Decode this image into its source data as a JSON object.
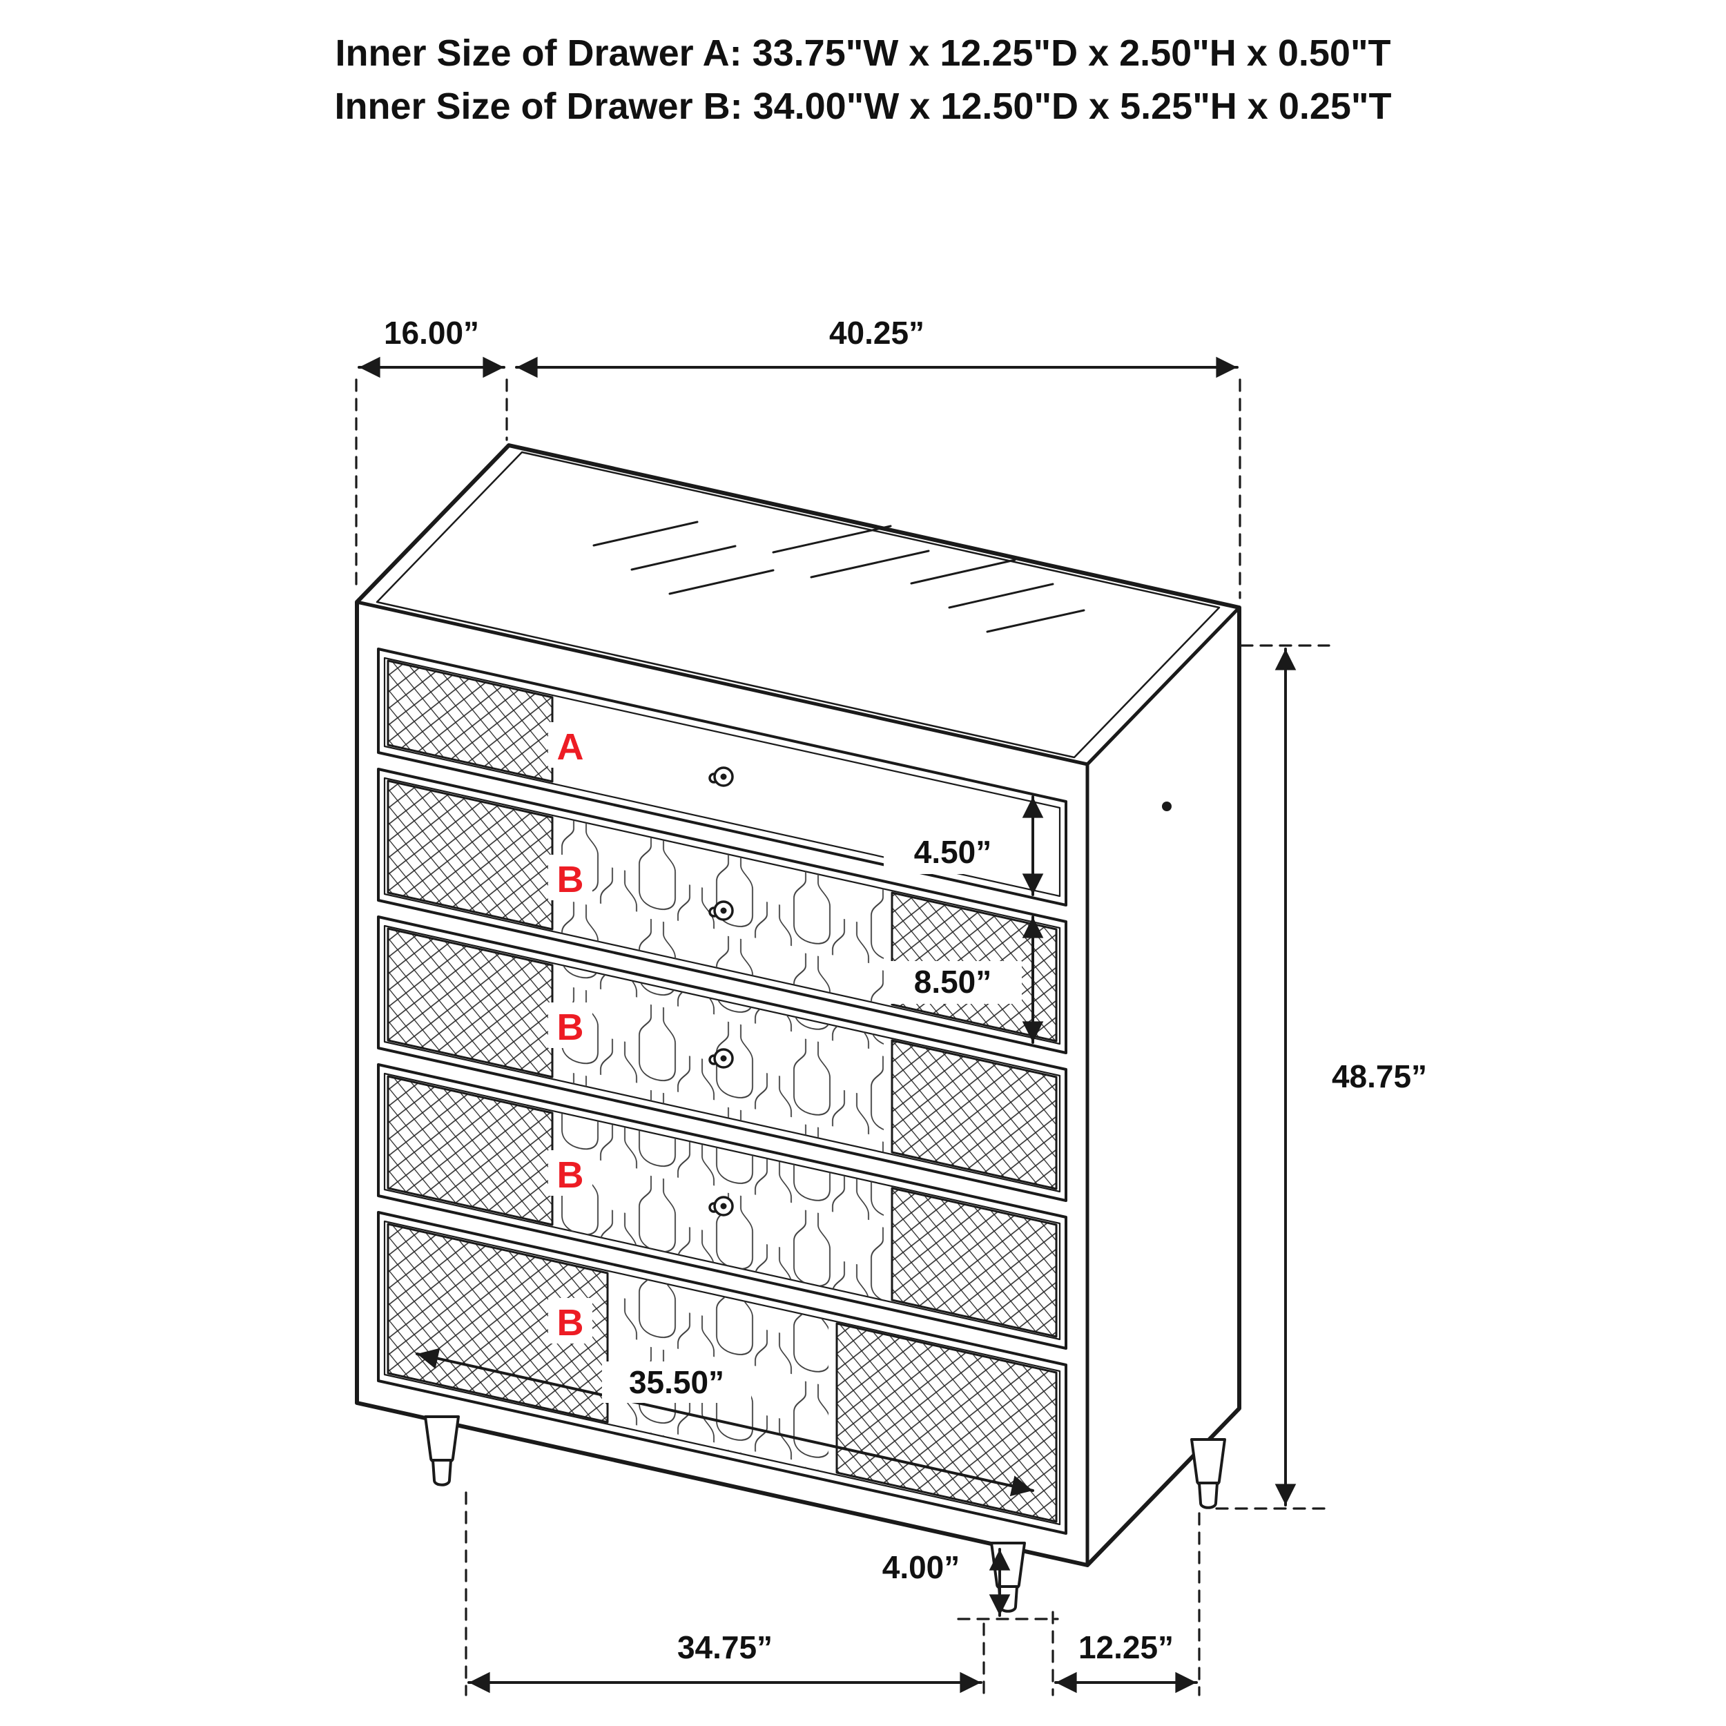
{
  "page": {
    "title_line1": "Inner Size of Drawer A: 33.75\"W x 12.25\"D x 2.50\"H x 0.50\"T",
    "title_line2": "Inner Size of Drawer B: 34.00\"W x 12.50\"D x 5.25\"H x 0.25\"T"
  },
  "diagram": {
    "type": "furniture-dimension-line-drawing",
    "item": "5-drawer chest with mirrored top, lattice and bottle-pattern drawer fronts, tapered legs",
    "drawers": [
      {
        "label": "A"
      },
      {
        "label": "B"
      },
      {
        "label": "B"
      },
      {
        "label": "B"
      },
      {
        "label": "B"
      }
    ],
    "dimensions": {
      "top_depth": "16.00”",
      "top_width": "40.25”",
      "drawer_a_front_height": "4.50”",
      "drawer_b_front_height": "8.50”",
      "overall_height": "48.75”",
      "drawer_front_width": "35.50”",
      "leg_height": "4.00”",
      "leg_span_front": "34.75”",
      "leg_span_side": "12.25”"
    },
    "colors": {
      "line": "#1a1a1a",
      "label_red": "#ed1c24",
      "background": "#ffffff"
    }
  }
}
